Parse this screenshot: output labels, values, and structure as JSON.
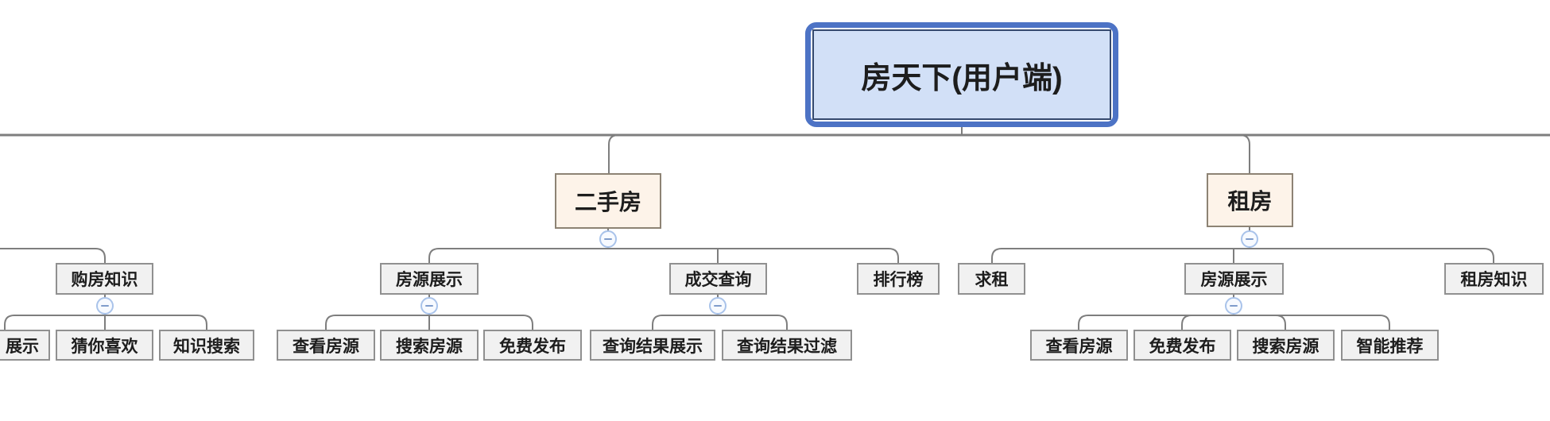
{
  "colors": {
    "background": "#ffffff",
    "line": "#7e7e7e",
    "text": "#1d1d1d",
    "node_fill": "#f1f1f1",
    "node_border": "#909090",
    "branch_fill": "#fdf3e9",
    "branch_border": "#8d8374",
    "root_fill": "#d2e0f7",
    "root_border_outer": "#4d73c5",
    "root_border_inner": "#35496e",
    "collapse_fill": "#f7faff",
    "collapse_border": "#a9c3ea",
    "collapse_glyph": "#7f9ccb"
  },
  "icons": {
    "collapse": "minus-icon"
  },
  "mindmap": {
    "root": {
      "label": "房天下(用户端)"
    },
    "branches": [
      {
        "label": "二手房",
        "children": [
          {
            "label": "房源展示",
            "children": [
              {
                "label": "查看房源"
              },
              {
                "label": "搜索房源"
              },
              {
                "label": "免费发布"
              }
            ]
          },
          {
            "label": "成交查询",
            "children": [
              {
                "label": "查询结果展示"
              },
              {
                "label": "查询结果过滤"
              }
            ]
          },
          {
            "label": "排行榜"
          }
        ]
      },
      {
        "label": "租房",
        "children": [
          {
            "label": "求租"
          },
          {
            "label": "房源展示",
            "children": [
              {
                "label": "查看房源"
              },
              {
                "label": "免费发布"
              },
              {
                "label": "搜索房源"
              },
              {
                "label": "智能推荐"
              }
            ]
          },
          {
            "label": "租房知识"
          }
        ]
      }
    ],
    "left_branch": {
      "children": [
        {
          "label": "购房知识",
          "children": [
            {
              "label": "展示"
            },
            {
              "label": "猜你喜欢"
            },
            {
              "label": "知识搜索"
            }
          ]
        }
      ]
    }
  }
}
